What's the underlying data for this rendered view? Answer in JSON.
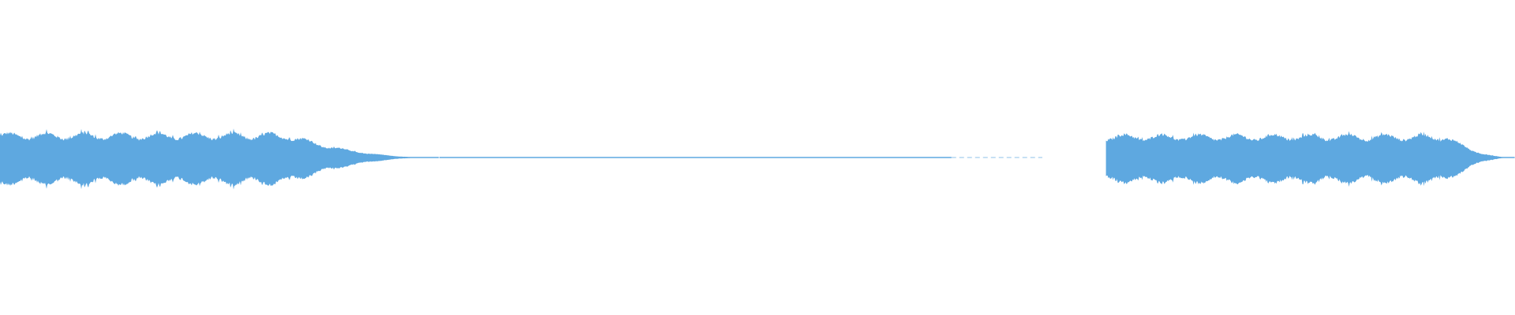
{
  "colors": {
    "background": "#ffffff",
    "waveform": "#5ea8e0"
  },
  "waveform": {
    "segments": [
      {
        "name": "segment-1",
        "start_fraction": 0.0,
        "loud_end_fraction": 0.19,
        "fade_end_fraction": 0.29,
        "tail_end_fraction": 0.688,
        "peak_amplitude": 0.17
      },
      {
        "name": "segment-2",
        "start_fraction": 0.73,
        "loud_end_fraction": 0.955,
        "fade_end_fraction": 1.0,
        "tail_end_fraction": 1.0,
        "peak_amplitude": 0.16
      }
    ]
  }
}
